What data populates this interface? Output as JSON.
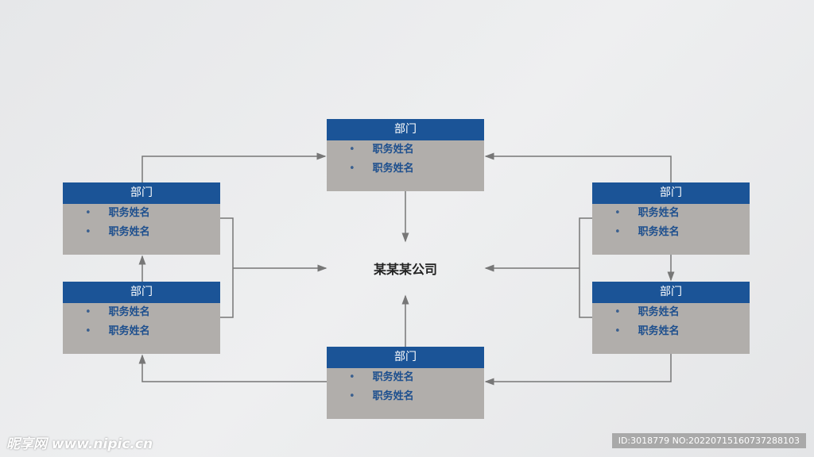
{
  "company": "某某某公司",
  "departments": [
    {
      "title": "部门",
      "items": [
        "职务姓名",
        "职务姓名"
      ]
    },
    {
      "title": "部门",
      "items": [
        "职务姓名",
        "职务姓名"
      ]
    },
    {
      "title": "部门",
      "items": [
        "职务姓名",
        "职务姓名"
      ]
    },
    {
      "title": "部门",
      "items": [
        "职务姓名",
        "职务姓名"
      ]
    },
    {
      "title": "部门",
      "items": [
        "职务姓名",
        "职务姓名"
      ]
    },
    {
      "title": "部门",
      "items": [
        "职务姓名",
        "职务姓名"
      ]
    }
  ],
  "watermark": {
    "logo": "昵享网 www.nipic.cn",
    "id": "ID:3018779 NO:20220715160737288103"
  }
}
